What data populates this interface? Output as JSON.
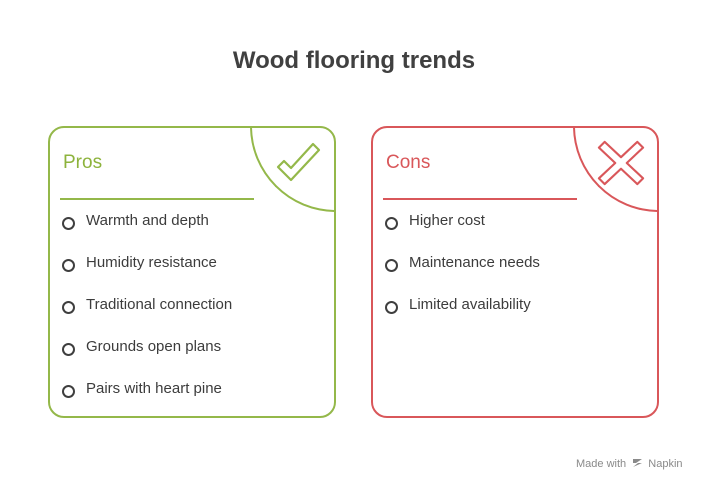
{
  "title": "Wood flooring trends",
  "pros": {
    "heading": "Pros",
    "icon": "checkmark-icon",
    "color": "#94b84a",
    "items": [
      "Warmth and depth",
      "Humidity resistance",
      "Traditional connection",
      "Grounds open plans",
      "Pairs with heart pine"
    ]
  },
  "cons": {
    "heading": "Cons",
    "icon": "x-mark-icon",
    "color": "#d9575a",
    "items": [
      "Higher cost",
      "Maintenance needs",
      "Limited availability"
    ]
  },
  "footer": {
    "prefix": "Made with",
    "brand": "Napkin",
    "icon": "napkin-logo-icon"
  }
}
